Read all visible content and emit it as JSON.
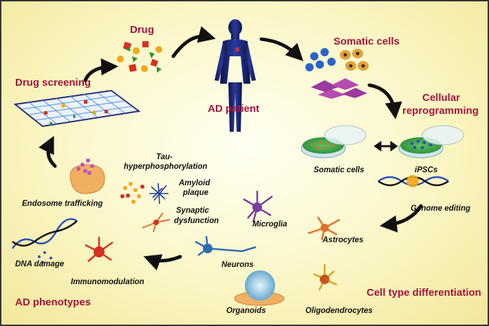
{
  "labels": {
    "drug": "Drug",
    "drug_screening": "Drug screening",
    "ad_patient": "AD patient",
    "somatic_cells_top": "Somatic cells",
    "cellular_reprogramming_line1": "Cellular",
    "cellular_reprogramming_line2": "reprogramming",
    "somatic_cells_dish": "Somatic cells",
    "ipscs": "iPSCs",
    "genome_editing": "Genome editing",
    "astrocytes": "Astrocytes",
    "microglia": "Microglia",
    "neurons": "Neurons",
    "oligodendrocytes": "Oligodendrocytes",
    "organoids": "Organoids",
    "cell_type_differentiation": "Cell type differentiation",
    "tau_line1": "Tau-",
    "tau_line2": "hyperphosphorylation",
    "amyloid_line1": "Amyloid",
    "amyloid_line2": "plaque",
    "synaptic_line1": "Synaptic",
    "synaptic_line2": "dysfunction",
    "endosome_trafficking": "Endosome trafficking",
    "dna_damage": "DNA damage",
    "immunomodulation": "Immunomodulation",
    "ad_phenotypes": "AD phenotypes"
  },
  "colors": {
    "title_red": "#a4153a",
    "body_blue": "#1a1f7a",
    "dish_green": "#3fa34d",
    "neuron_blue": "#2b6cb8",
    "astro_orange": "#e0712a",
    "microglia_purple": "#7a3d9e"
  }
}
